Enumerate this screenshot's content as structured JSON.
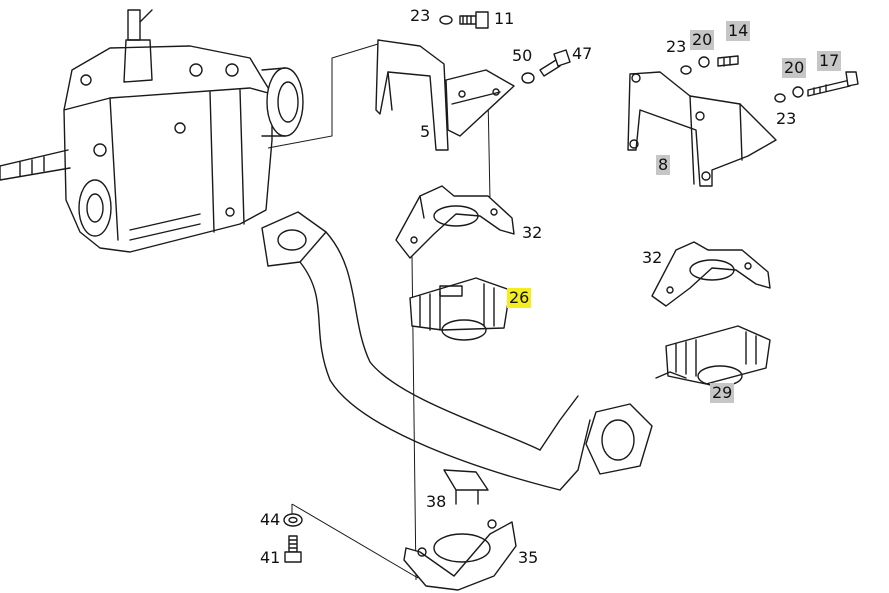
{
  "diagram": {
    "labels": [
      {
        "id": "l23a",
        "text": "23"
      },
      {
        "id": "l11",
        "text": "11"
      },
      {
        "id": "l50",
        "text": "50"
      },
      {
        "id": "l47",
        "text": "47"
      },
      {
        "id": "l5",
        "text": "5"
      },
      {
        "id": "l23b",
        "text": "23"
      },
      {
        "id": "l20a",
        "text": "20",
        "highlight": "grey"
      },
      {
        "id": "l14",
        "text": "14",
        "highlight": "grey"
      },
      {
        "id": "l20b",
        "text": "20",
        "highlight": "grey"
      },
      {
        "id": "l17",
        "text": "17",
        "highlight": "grey"
      },
      {
        "id": "l23c",
        "text": "23"
      },
      {
        "id": "l8",
        "text": "8",
        "highlight": "grey"
      },
      {
        "id": "l32a",
        "text": "32"
      },
      {
        "id": "l26",
        "text": "26",
        "highlight": "yellow"
      },
      {
        "id": "l32b",
        "text": "32"
      },
      {
        "id": "l29",
        "text": "29",
        "highlight": "grey"
      },
      {
        "id": "l38",
        "text": "38"
      },
      {
        "id": "l44",
        "text": "44"
      },
      {
        "id": "l41",
        "text": "41"
      },
      {
        "id": "l35",
        "text": "35"
      }
    ]
  },
  "colors": {
    "highlight_yellow": "#f5ee1e",
    "highlight_grey": "#c6c6c6",
    "line": "#1a1a1a"
  }
}
